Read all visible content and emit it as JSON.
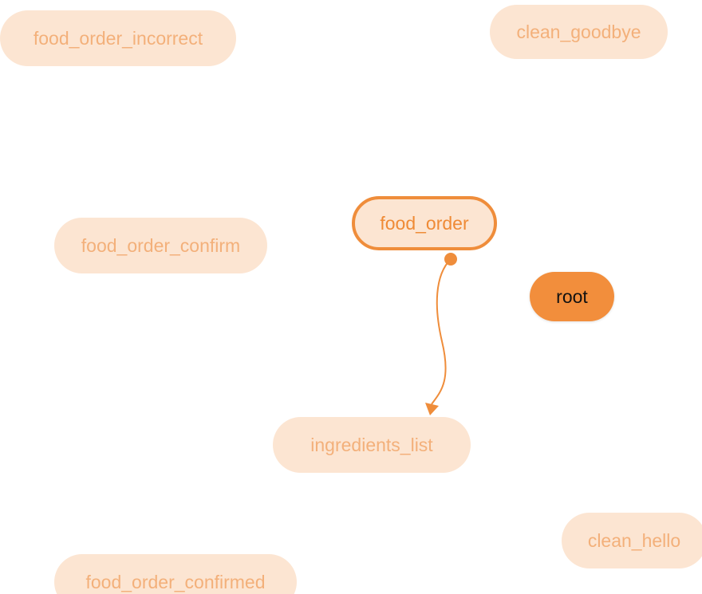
{
  "nodes": {
    "food_order_incorrect": "food_order_incorrect",
    "clean_goodbye": "clean_goodbye",
    "food_order": "food_order",
    "food_order_confirm": "food_order_confirm",
    "root": "root",
    "ingredients_list": "ingredients_list",
    "clean_hello": "clean_hello",
    "food_order_confirmed": "food_order_confirmed"
  },
  "edges": [
    {
      "from": "food_order",
      "to": "ingredients_list"
    }
  ],
  "colors": {
    "node_fill": "#fce5d2",
    "node_text_faded": "#f3b07a",
    "selected_border": "#ef8d3b",
    "selected_text": "#ef8a35",
    "root_fill": "#f28e3c",
    "root_text": "#111111",
    "edge": "#ef8d3b"
  }
}
